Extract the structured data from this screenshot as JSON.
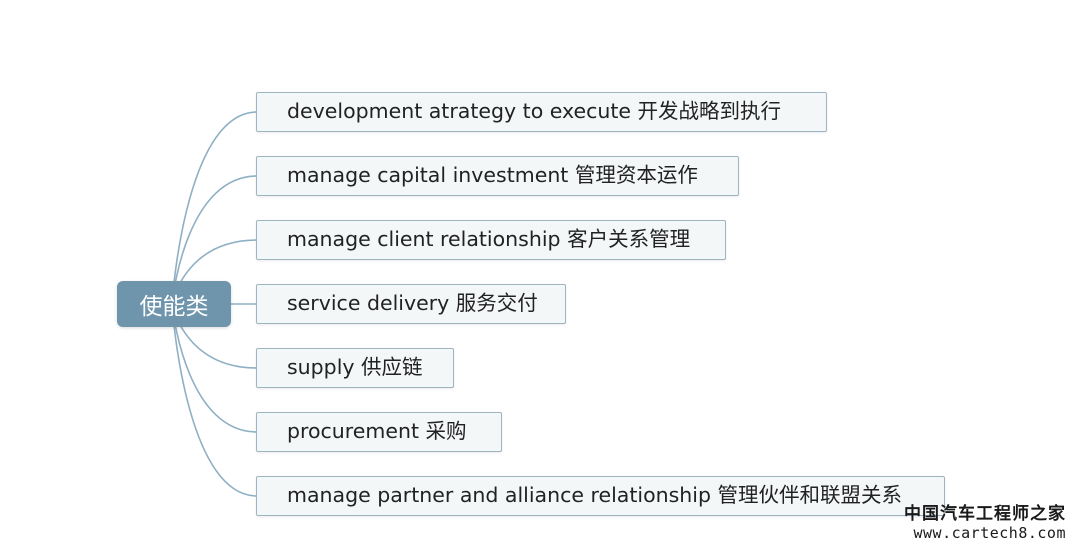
{
  "mindmap": {
    "root": {
      "label": "使能类"
    },
    "branches": [
      {
        "label": "development atrategy to execute 开发战略到执行"
      },
      {
        "label": "manage capital investment 管理资本运作"
      },
      {
        "label": "manage client relationship 客户关系管理"
      },
      {
        "label": "service delivery 服务交付"
      },
      {
        "label": "supply 供应链"
      },
      {
        "label": "procurement 采购"
      },
      {
        "label": "manage partner and alliance relationship 管理伙伴和联盟关系"
      }
    ],
    "connector_color": "#8fb0c4"
  },
  "watermark": {
    "site_name": "中国汽车工程师之家",
    "url": "www.cartech8.com"
  }
}
